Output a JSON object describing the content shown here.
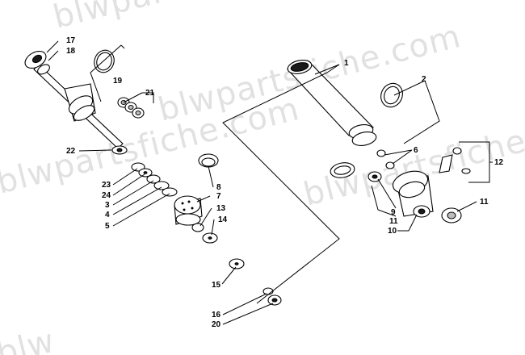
{
  "watermark": {
    "text_1": "blwpartsfiche.com",
    "text_2": "blwpartsfiche.com",
    "text_3": "blwpartsfiche.com",
    "text_4": "blwpartsfiche.com",
    "text_5": "blw"
  },
  "callouts": {
    "c1": "1",
    "c2": "2",
    "c3": "3",
    "c4": "4",
    "c5": "5",
    "c6": "6",
    "c7": "7",
    "c8": "8",
    "c9": "9",
    "c10": "10",
    "c11a": "11",
    "c11b": "11",
    "c12": "12",
    "c13": "13",
    "c14": "14",
    "c15": "15",
    "c16": "16",
    "c17": "17",
    "c18": "18",
    "c19": "19",
    "c20": "20",
    "c21": "21",
    "c22": "22",
    "c23": "23",
    "c24": "24"
  }
}
